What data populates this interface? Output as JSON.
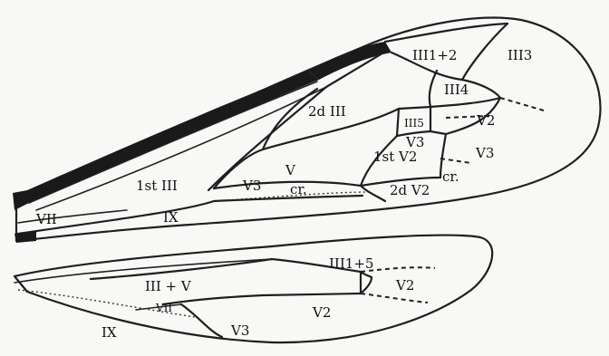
{
  "labels": {
    "iii12": "III1+2",
    "iii3": "III3",
    "iii4": "III4",
    "iii5": "III5",
    "iid_iii": "2d III",
    "first_iii": "1st III",
    "v": "V",
    "v3_fore": "V3",
    "first_v2": "1st V2",
    "second_v2": "2d V2",
    "v3_small": "V3",
    "v2_right": "V2",
    "v3_right": "V3",
    "cr1": "cr.",
    "cr2": "cr.",
    "vii_fore": "VII",
    "ix_fore": "IX",
    "iii_v": "III + V",
    "iii15": "III1+5",
    "v2_hind": "V2",
    "vii_hind": "VII",
    "ix_hind": "IX",
    "v3_hind": "V3",
    "v2_hind_lower": "V2"
  }
}
